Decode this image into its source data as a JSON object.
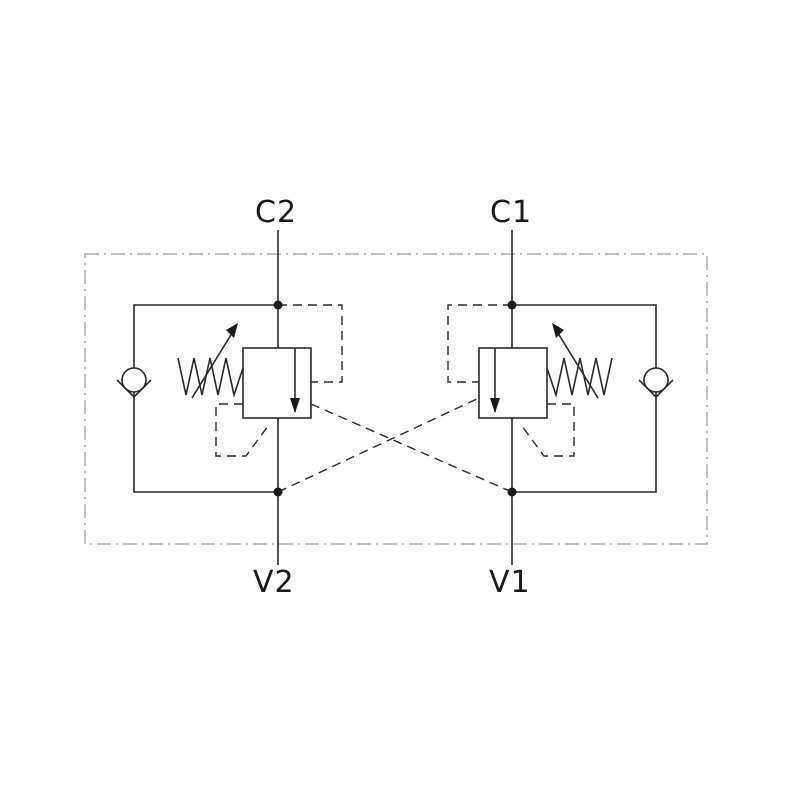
{
  "ports": {
    "c2": "C2",
    "c1": "C1",
    "v2": "V2",
    "v1": "V1"
  },
  "icons": {
    "left_check_valve": "check-valve-icon",
    "right_check_valve": "check-valve-icon",
    "left_spring": "adjustable-spring-icon",
    "right_spring": "adjustable-spring-icon"
  },
  "colors": {
    "line": "#2a2a2a",
    "boundary": "#9a9a9a",
    "background": "#ffffff"
  }
}
